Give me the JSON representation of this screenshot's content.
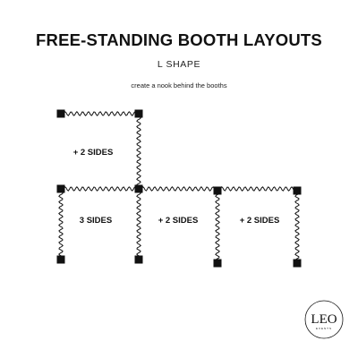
{
  "header": {
    "title": "FREE-STANDING BOOTH LAYOUTS",
    "subtitle": "L SHAPE",
    "note": "create a nook  behind the booths"
  },
  "diagram": {
    "labels": {
      "upper_booth": "+ 2 SIDES",
      "lower_booth_1": "3 SIDES",
      "lower_booth_2": "+ 2 SIDES",
      "lower_booth_3": "+ 2 SIDES"
    }
  },
  "logo": {
    "text": "LEO",
    "subtext": "EVENTS"
  },
  "colors": {
    "ink": "#111111",
    "background": "#ffffff"
  }
}
